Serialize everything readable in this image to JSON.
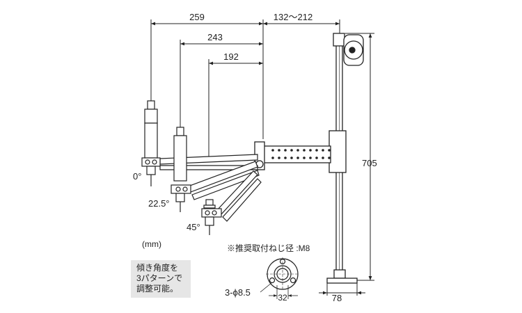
{
  "dimensions": {
    "reach_0": "259",
    "reach_22_5": "243",
    "reach_45": "192",
    "slide_range": "132～212",
    "height": "705",
    "base_width": "78",
    "hole_pitch": "32",
    "holes": "3-ϕ8.5"
  },
  "angles": {
    "a0": "0°",
    "a22_5": "22.5°",
    "a45": "45°"
  },
  "unit": "(mm)",
  "recommended_screw": "※推奨取付ねじ径 :M8",
  "note": {
    "line1": "傾き角度を",
    "line2": "3パターンで",
    "line3": "調整可能。"
  },
  "colors": {
    "line": "#222222",
    "fill": "#ffffff",
    "note_bg": "#e6e6e6"
  }
}
